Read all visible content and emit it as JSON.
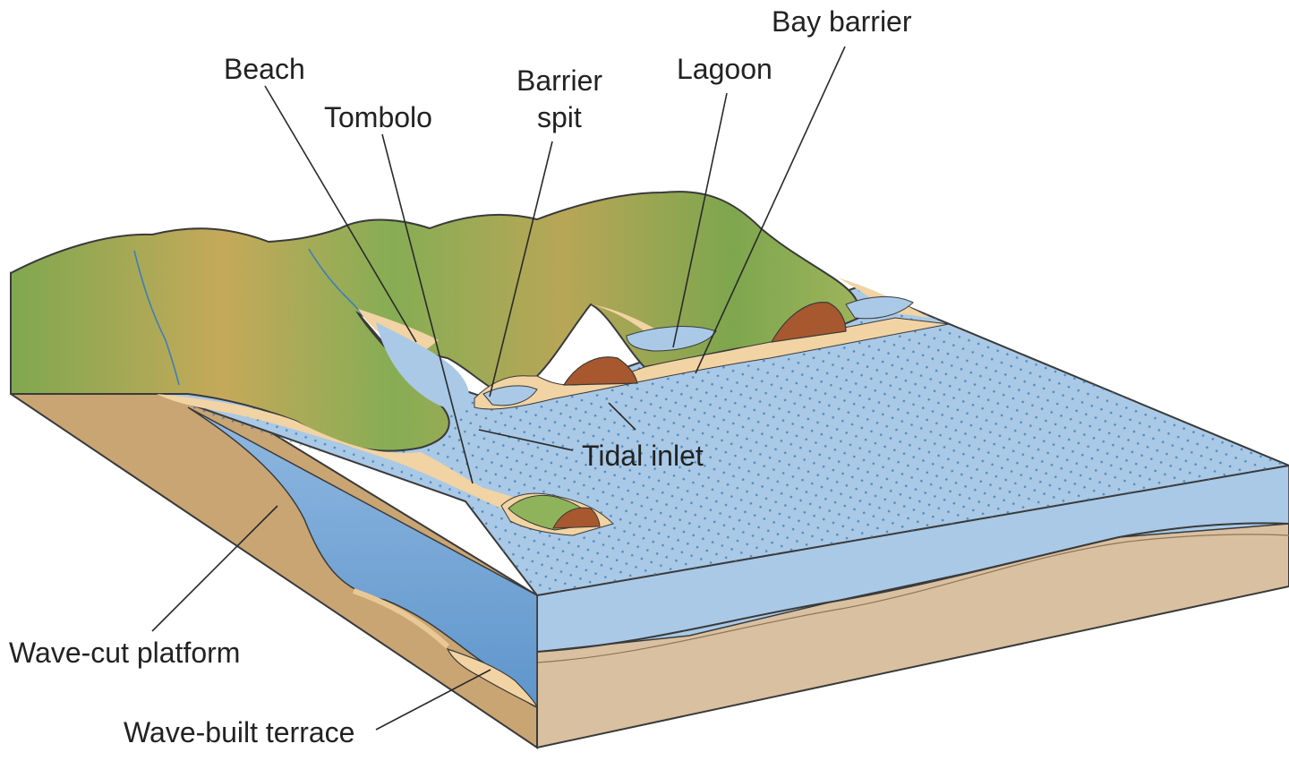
{
  "labels": {
    "beach": "Beach",
    "tombolo": "Tombolo",
    "barrier_spit_line1": "Barrier",
    "barrier_spit_line2": "spit",
    "lagoon": "Lagoon",
    "bay_barrier": "Bay barrier",
    "tidal_inlet": "Tidal inlet",
    "wave_cut_platform": "Wave-cut platform",
    "wave_built_terrace": "Wave-built terrace"
  },
  "colors": {
    "water": "#a9c9e6",
    "water_deep": "#6fa3d6",
    "sand": "#f2d3a3",
    "hill_green": "#8fb35a",
    "hill_dark": "#6e9a45",
    "hill_ochre": "#c7a957",
    "cliff_brown": "#a8582e",
    "soil": "#c9a574",
    "soil_light": "#dcc3a0",
    "dots": "#3d7fb8"
  }
}
